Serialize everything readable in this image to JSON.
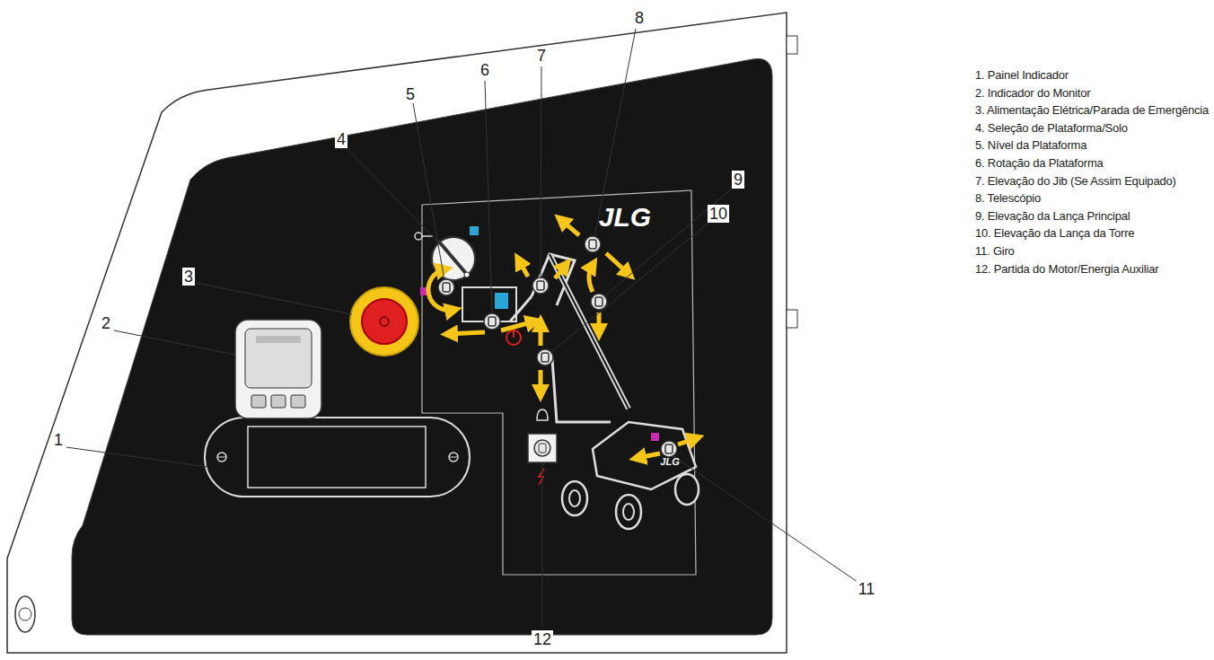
{
  "diagram": {
    "labels": [
      "1",
      "2",
      "3",
      "4",
      "5",
      "6",
      "7",
      "8",
      "9",
      "10",
      "11",
      "12",
      "1. Painel Indicador",
      "2. Indicador do Monitor",
      "3. Alimentação Elétrica/Parada de Emergência",
      "4. Seleção de Plataforma/Solo",
      "5. Nível da Plataforma",
      "6. Rotação da Plataforma",
      "7. Elevação do Jib (Se Assim Equipado)",
      "8. Telescópio",
      "9. Elevação da Lança Principal",
      "10. Elevação da Lança da Torre",
      "11. Giro",
      "12. Partida do Motor/Energia Auxiliar",
      "JLG",
      "JLG"
    ]
  }
}
